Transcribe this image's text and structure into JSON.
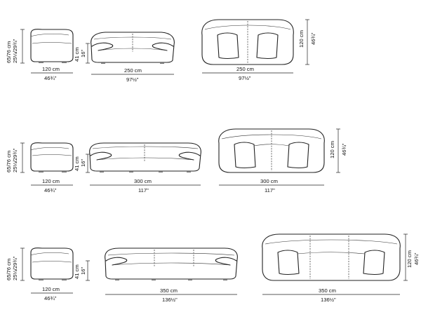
{
  "rows": [
    {
      "side_width": {
        "cm": "120 cm",
        "in": "46¾\""
      },
      "side_height": {
        "cm": "65/76 cm",
        "in": "25¼/29¾\""
      },
      "seat_height": {
        "cm": "41 cm",
        "in": "16\""
      },
      "front_width": {
        "cm": "250 cm",
        "in": "97½\""
      },
      "top_width": {
        "cm": "250 cm",
        "in": "97½\""
      },
      "top_depth": {
        "cm": "120 cm",
        "in": "46¾\""
      }
    },
    {
      "side_width": {
        "cm": "120 cm",
        "in": "46¾\""
      },
      "side_height": {
        "cm": "65/76 cm",
        "in": "25¼/29¾\""
      },
      "seat_height": {
        "cm": "41 cm",
        "in": "16\""
      },
      "front_width": {
        "cm": "300 cm",
        "in": "117\""
      },
      "top_width": {
        "cm": "300 cm",
        "in": "117\""
      },
      "top_depth": {
        "cm": "120 cm",
        "in": "46¾\""
      }
    },
    {
      "side_width": {
        "cm": "120 cm",
        "in": "46¾\""
      },
      "side_height": {
        "cm": "65/76 cm",
        "in": "25¼/29¾\""
      },
      "seat_height": {
        "cm": "41 cm",
        "in": "16\""
      },
      "front_width": {
        "cm": "350 cm",
        "in": "136½\""
      },
      "top_width": {
        "cm": "350 cm",
        "in": "136½\""
      },
      "top_depth": {
        "cm": "120 cm",
        "in": "46¾\""
      }
    }
  ]
}
